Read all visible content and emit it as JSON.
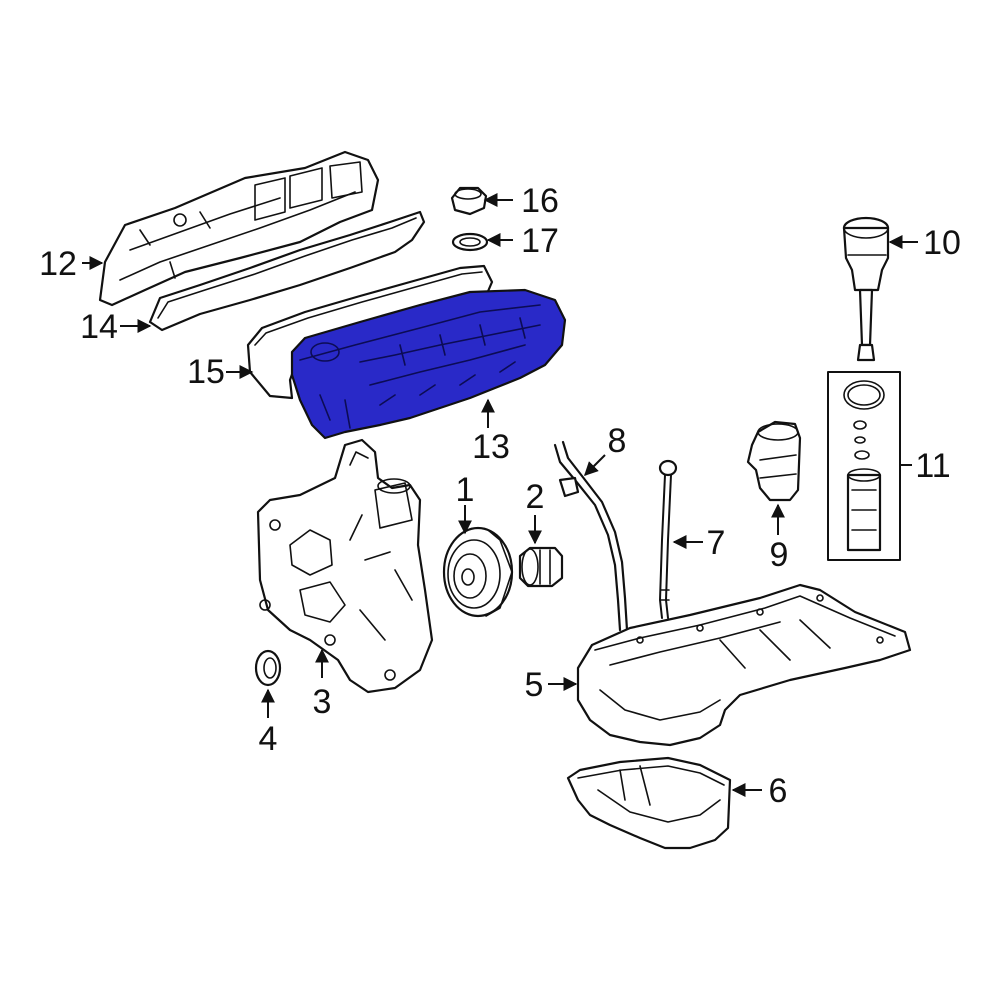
{
  "colors": {
    "highlight": "#2929c8",
    "highlight_dark": "#1a1a9a",
    "line": "#111111",
    "background": "#ffffff"
  },
  "callouts": [
    {
      "id": "1",
      "label": "1"
    },
    {
      "id": "2",
      "label": "2"
    },
    {
      "id": "3",
      "label": "3"
    },
    {
      "id": "4",
      "label": "4"
    },
    {
      "id": "5",
      "label": "5"
    },
    {
      "id": "6",
      "label": "6"
    },
    {
      "id": "7",
      "label": "7"
    },
    {
      "id": "8",
      "label": "8"
    },
    {
      "id": "9",
      "label": "9"
    },
    {
      "id": "10",
      "label": "10"
    },
    {
      "id": "11",
      "label": "11"
    },
    {
      "id": "12",
      "label": "12"
    },
    {
      "id": "13",
      "label": "13"
    },
    {
      "id": "14",
      "label": "14"
    },
    {
      "id": "15",
      "label": "15"
    },
    {
      "id": "16",
      "label": "16"
    },
    {
      "id": "17",
      "label": "17"
    }
  ],
  "highlighted_part": "13"
}
